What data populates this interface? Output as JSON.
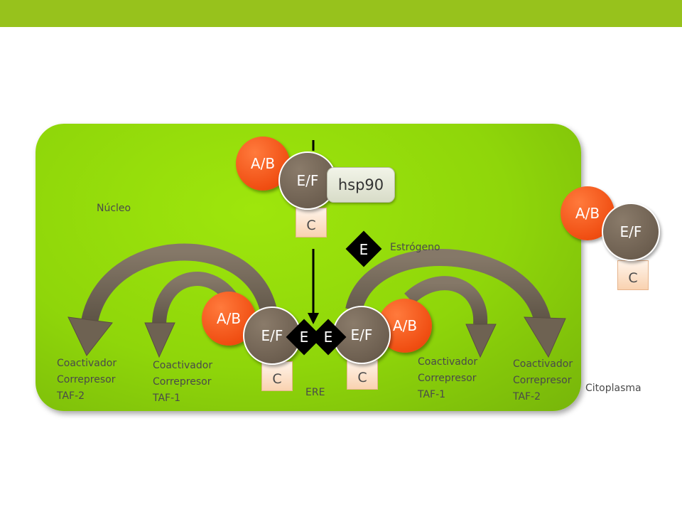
{
  "receptor_parts": {
    "ab": "A/B",
    "ef": "E/F",
    "c": "C"
  },
  "hsp90": "hsp90",
  "ligand": {
    "symbol": "E",
    "label": "Estrógeno"
  },
  "compartments": {
    "nucleus": "Núcleo",
    "cytoplasm": "Citoplasma"
  },
  "ere": "ERE",
  "coregulators": {
    "left_outer": [
      "Coactivador",
      "Correpresor",
      "TAF-2"
    ],
    "left_inner": [
      "Coactivador",
      "Correpresor",
      "TAF-1"
    ],
    "right_inner": [
      "Coactivador",
      "Correpresor",
      "TAF-1"
    ],
    "right_outer": [
      "Coactivador",
      "Correpresor",
      "TAF-2"
    ]
  },
  "colors": {
    "top_bar": "#97c21c",
    "nucleus": "#8fd60a",
    "ab_domain": "#f04e12",
    "ef_domain": "#6d5f50",
    "c_domain": "#f9d2b0",
    "curved_arrows": "#6e6252",
    "ligand": "#000000"
  }
}
